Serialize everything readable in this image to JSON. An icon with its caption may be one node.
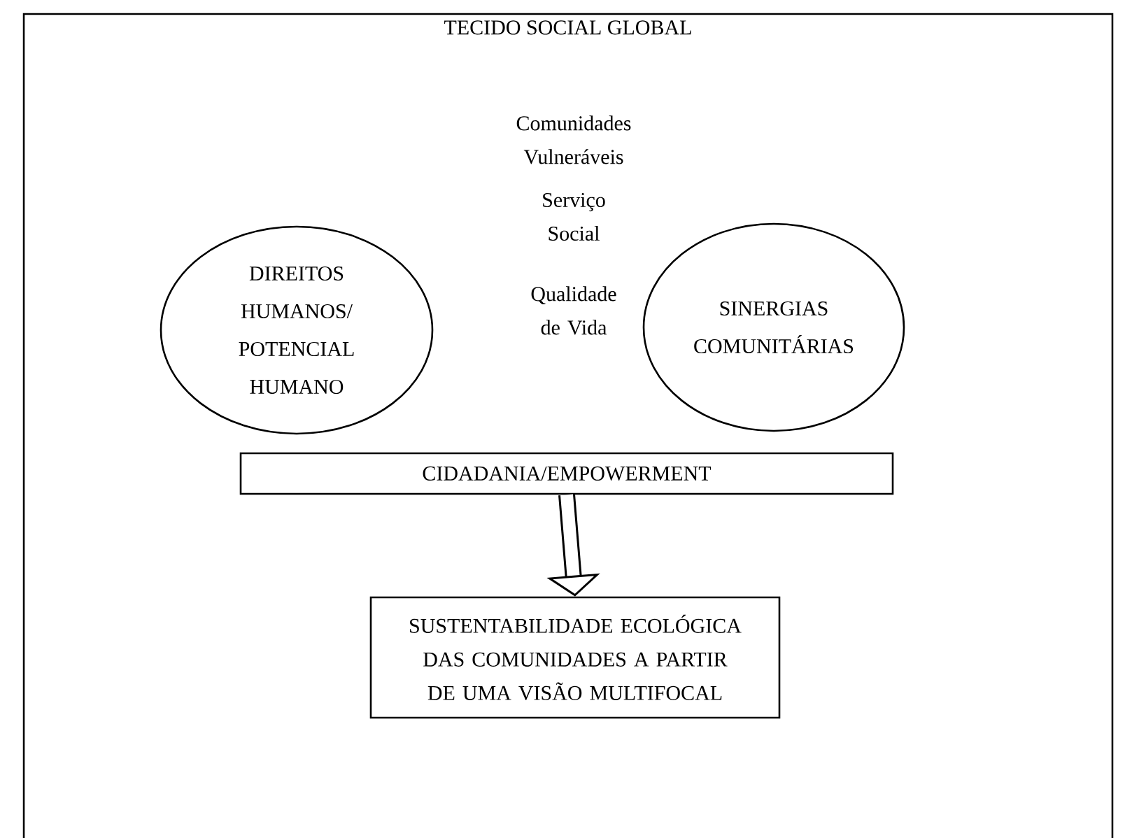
{
  "diagram": {
    "nodes": [
      {
        "text": [
          "TECIDO SOCIAL GLOBAL"
        ]
      },
      {
        "text": [
          "DIREITOS HUMANOS/ POTENCIAL HUMANO"
        ],
        "in": 0
      },
      {
        "text": [
          "SINERGIAS COMUNITÁRIAS"
        ],
        "in": 0
      },
      {
        "text": [
          "CIDADANIA/EMPOWERMENT"
        ],
        "in": 0
      },
      {
        "text": [
          "SUSTENTABILIDADE ECOLÓGICA DAS COMUNIDADES A PARTIR DE UMA VISÃO MULTIFOCAL"
        ],
        "in": 0
      }
    ],
    "edges": [
      {
        "from": 3,
        "to": 4,
        "arrow": "to"
      }
    ],
    "labels": [
      "Comunidades Vulneráveis",
      "Serviço Social",
      "Qualidade de Vida"
    ]
  }
}
